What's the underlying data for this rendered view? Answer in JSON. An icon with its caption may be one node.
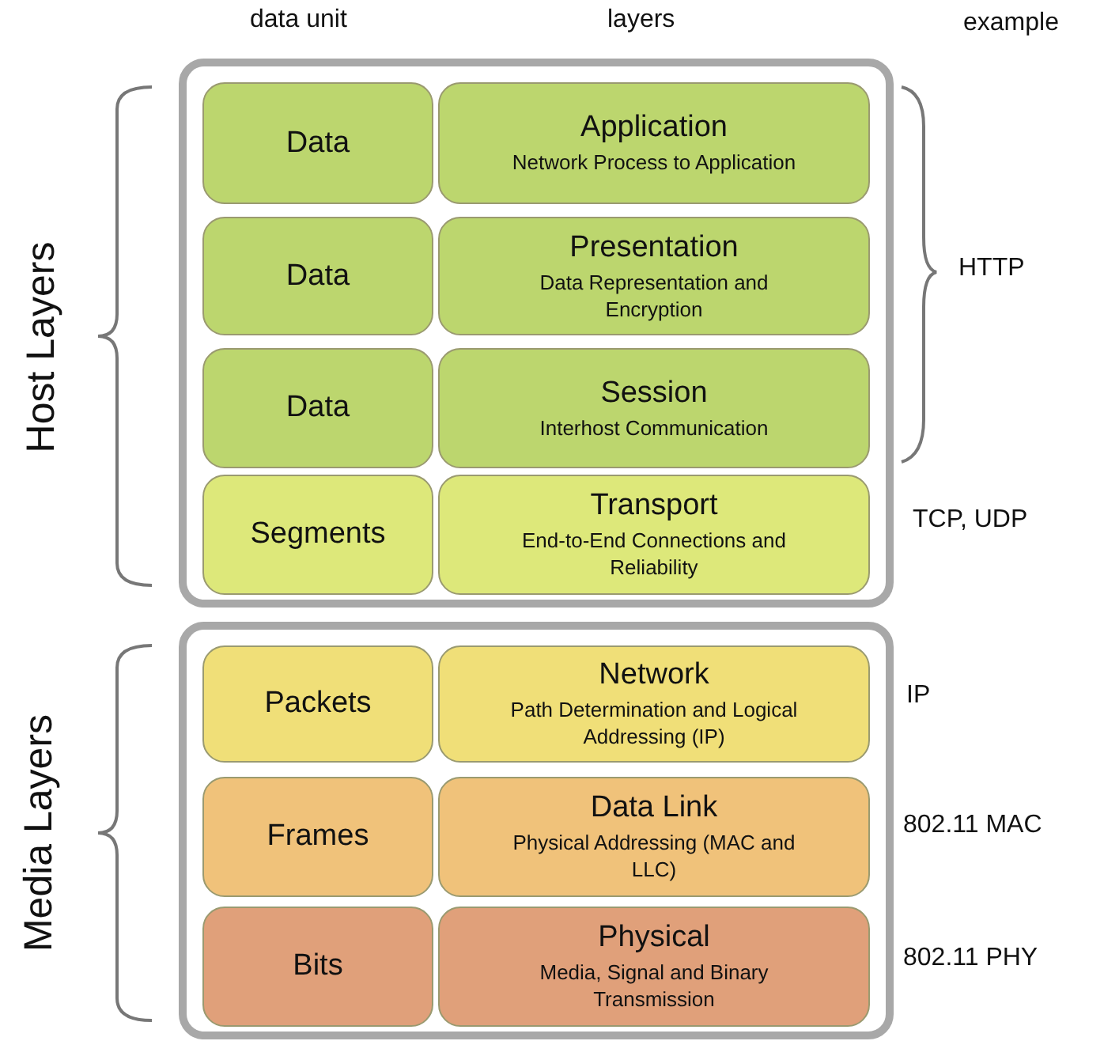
{
  "diagram": {
    "nodes": [
      {
        "text": [],
        "shape": "box"
      },
      {
        "text": [
          "Data"
        ],
        "in": 0
      },
      {
        "text": [
          "Application",
          "Network Process to Application"
        ],
        "in": 0
      },
      {
        "text": [
          "Data"
        ],
        "in": 0
      },
      {
        "text": [
          "Presentation",
          "Data Representation and Encryption"
        ],
        "in": 0
      },
      {
        "text": [
          "Data"
        ],
        "in": 0
      },
      {
        "text": [
          "Session",
          "Interhost Communication"
        ],
        "in": 0
      },
      {
        "text": [
          "Segments"
        ],
        "in": 0
      },
      {
        "text": [
          "Transport",
          "End-to-End Connections and Reliability"
        ],
        "in": 0
      },
      {
        "text": [],
        "shape": "box"
      },
      {
        "text": [
          "Packets"
        ],
        "in": 9
      },
      {
        "text": [
          "Network",
          "Path Determination and Logical Addressing (IP)"
        ],
        "in": 9
      },
      {
        "text": [
          "Frames"
        ],
        "in": 9
      },
      {
        "text": [
          "Data Link",
          "Physical Addressing (MAC and LLC)"
        ],
        "in": 9
      },
      {
        "text": [
          "Bits"
        ],
        "in": 9
      },
      {
        "text": [
          "Physical",
          "Media, Signal and Binary Transmission"
        ],
        "in": 9
      }
    ],
    "labels": [
      "data unit",
      "layers",
      "example",
      "Host Layers",
      "HTTP",
      "TCP, UDP",
      "Media Layers",
      "IP",
      "802.11 MAC",
      "802.11 PHY"
    ]
  }
}
